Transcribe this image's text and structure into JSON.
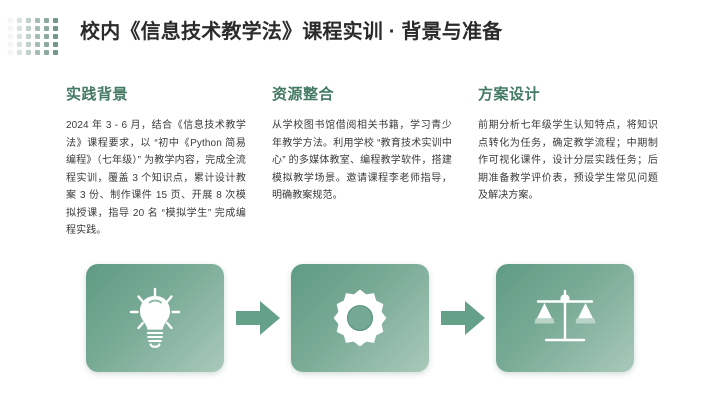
{
  "page": {
    "title": "校内《信息技术教学法》课程实训 · 背景与准备"
  },
  "decor": {
    "dot_grid_name": "dot-grid-decoration",
    "columns": 6,
    "rows": 5,
    "color": "#4c7a68"
  },
  "columns": [
    {
      "heading": "实践背景",
      "body": "2024 年 3 - 6 月，结合《信息技术教学法》课程要求，以 “初中《Python 简易编程》（七年级）” 为教学内容，完成全流程实训，覆盖 3 个知识点，累计设计教案 3 份、制作课件 15 页、开展 8 次模拟授课，指导 20 名 “模拟学生” 完成编程实践。"
    },
    {
      "heading": "资源整合",
      "body": "从学校图书馆借阅相关书籍，学习青少年教学方法。利用学校 “教育技术实训中心” 的多媒体教室、编程教学软件，搭建模拟教学场景。邀请课程李老师指导，明确教案规范。"
    },
    {
      "heading": "方案设计",
      "body": "前期分析七年级学生认知特点，将知识点转化为任务，确定教学流程；中期制作可视化课件，设计分层实践任务；后期准备教学评价表，预设学生常见问题及解决方案。"
    }
  ],
  "flow": {
    "steps": [
      {
        "icon": "lightbulb-icon"
      },
      {
        "icon": "gear-icon"
      },
      {
        "icon": "balance-scale-icon"
      }
    ],
    "arrows": [
      {
        "icon": "arrow-right-icon"
      },
      {
        "icon": "arrow-right-icon"
      }
    ]
  },
  "theme": {
    "accent_green": "#447a63",
    "card_gradient_start": "#5f9b83",
    "card_gradient_end": "#a9c9bb",
    "title_color": "#2b2b2b",
    "body_color": "#3a3a3a",
    "background": "#ffffff"
  }
}
